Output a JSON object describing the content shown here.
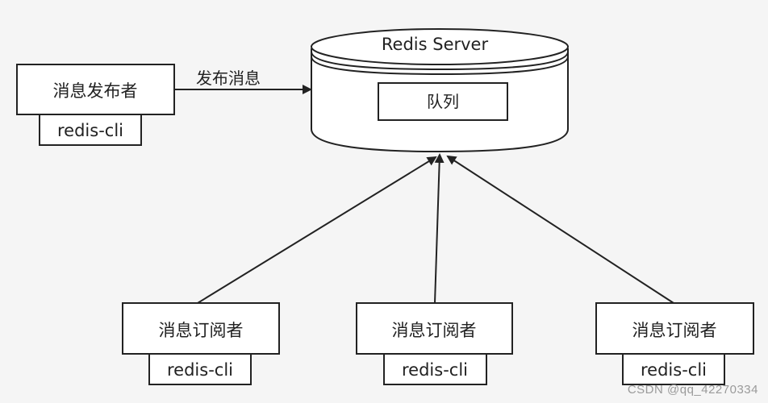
{
  "server": {
    "title": "Redis Server",
    "queue_label": "队列"
  },
  "publisher": {
    "label": "消息发布者",
    "client_label": "redis-cli",
    "arrow_label": "发布消息"
  },
  "subscribers": [
    {
      "label": "消息订阅者",
      "client_label": "redis-cli"
    },
    {
      "label": "消息订阅者",
      "client_label": "redis-cli"
    },
    {
      "label": "消息订阅者",
      "client_label": "redis-cli"
    }
  ],
  "watermark": "CSDN @qq_42270334",
  "colors": {
    "background": "#f5f5f5",
    "box_fill": "#ffffff",
    "stroke": "#222222"
  }
}
